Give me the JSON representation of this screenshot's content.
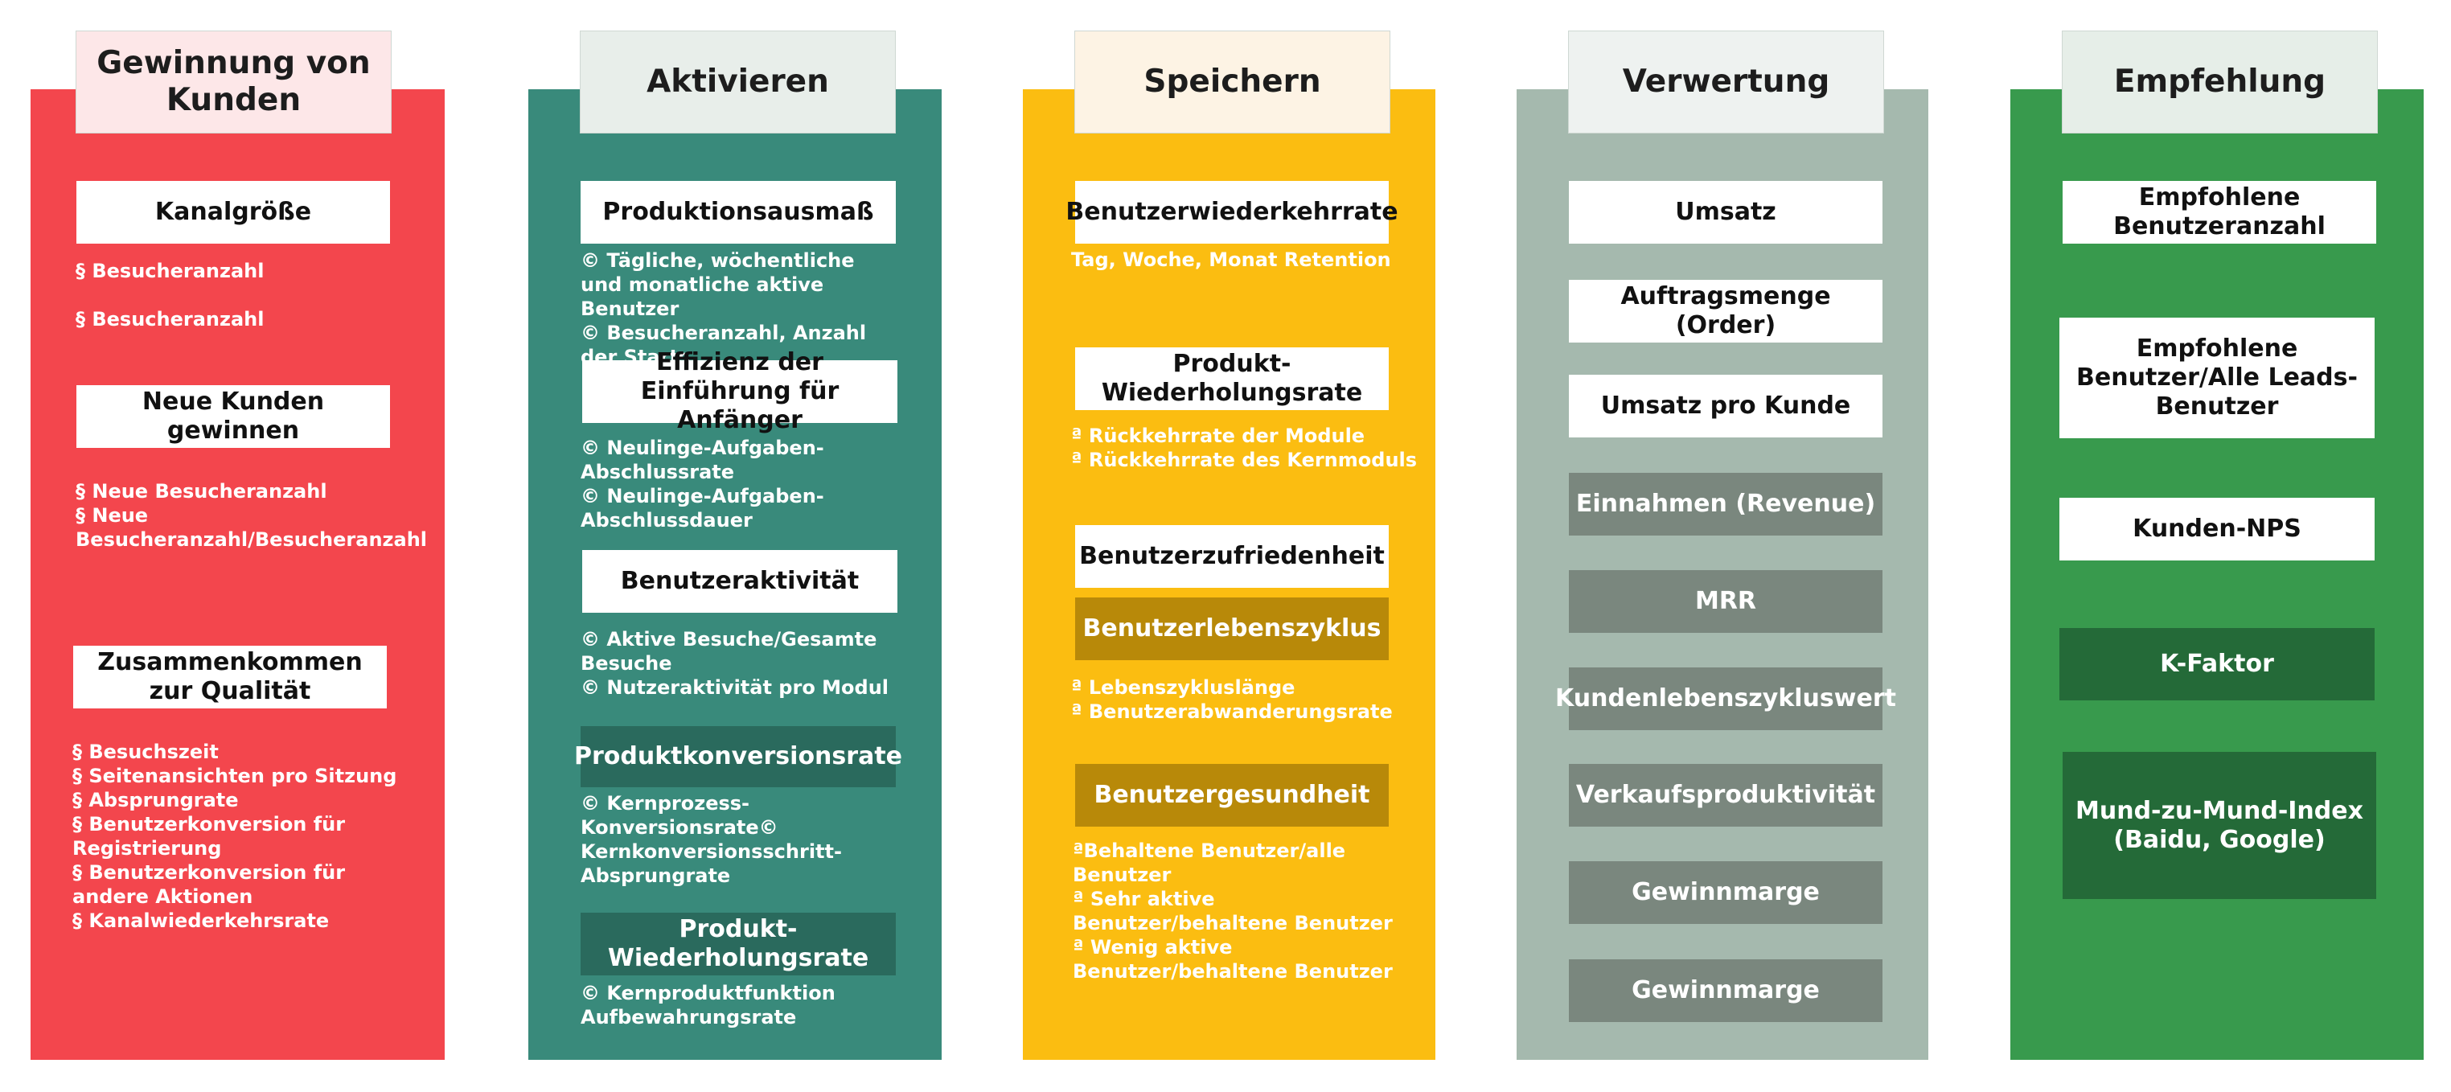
{
  "colors": {
    "acquisition": "#f3464d",
    "activation": "#398a7b",
    "retention": "#fbbd11",
    "revenue": "#a5b9ae",
    "referral": "#389a4d"
  },
  "columns": {
    "acquisition": {
      "title": "Gewinnung von Kunden",
      "items": [
        {
          "label": "Kanalgröße"
        },
        {
          "detail": "§ Besucheranzahl"
        },
        {
          "detail": "§ Besucheranzahl"
        },
        {
          "label": "Neue Kunden gewinnen"
        },
        {
          "detail": "§ Neue Besucheranzahl\n§ Neue Besucheranzahl/Besucheranzahl"
        },
        {
          "label": "Zusammenkommen zur Qualität"
        },
        {
          "detail": "§ Besuchszeit\n§ Seitenansichten pro Sitzung\n§ Absprungrate\n§ Benutzerkonversion für Registrierung\n§ Benutzerkonversion für andere Aktionen\n§ Kanalwiederkehrsrate"
        }
      ]
    },
    "activation": {
      "title": "Aktivieren",
      "items": [
        {
          "label": "Produktionsausmaß"
        },
        {
          "detail": "© Tägliche, wöchentliche und monatliche aktive Benutzer\n© Besucheranzahl, Anzahl der Starts"
        },
        {
          "label": "Effizienz der Einführung für Anfänger"
        },
        {
          "detail": "© Neulinge-Aufgaben-Abschlussrate\n© Neulinge-Aufgaben-Abschlussdauer"
        },
        {
          "label": "Benutzeraktivität"
        },
        {
          "detail": "© Aktive Besuche/Gesamte Besuche\n© Nutzeraktivität pro Modul"
        },
        {
          "label": "Produktkonversionsrate"
        },
        {
          "detail": "© Kernprozess-Konversionsrate© Kernkonversionsschritt-Absprungrate"
        },
        {
          "label": "Produkt-Wiederholungsrate"
        },
        {
          "detail": "© Kernproduktfunktion Aufbewahrungsrate"
        }
      ]
    },
    "retention": {
      "title": "Speichern",
      "items": [
        {
          "label": "Benutzerwiederkehrrate"
        },
        {
          "detail": "Tag, Woche, Monat Retention"
        },
        {
          "label": "Produkt-Wiederholungsrate"
        },
        {
          "detail": "ª Rückkehrrate der Module\nª Rückkehrrate des Kernmoduls"
        },
        {
          "label": "Benutzerzufriedenheit"
        },
        {
          "label": "Benutzerlebenszyklus"
        },
        {
          "detail": "ª Lebenszykluslänge\nª Benutzerabwanderungsrate"
        },
        {
          "label": "Benutzergesundheit"
        },
        {
          "detail": "ªBehaltene Benutzer/alle Benutzer\nª Sehr aktive Benutzer/behaltene Benutzer\nª Wenig aktive Benutzer/behaltene Benutzer"
        }
      ]
    },
    "revenue": {
      "title": "Verwertung",
      "items": [
        {
          "label": "Umsatz"
        },
        {
          "label": "Auftragsmenge (Order)"
        },
        {
          "label": "Umsatz pro Kunde"
        },
        {
          "label": "Einnahmen (Revenue)"
        },
        {
          "label": "MRR"
        },
        {
          "label": "Kundenlebenszykluswert"
        },
        {
          "label": "Verkaufsproduktivität"
        },
        {
          "label": "Gewinnmarge"
        },
        {
          "label": "Gewinnmarge"
        }
      ]
    },
    "referral": {
      "title": "Empfehlung",
      "items": [
        {
          "label": "Empfohlene Benutzeranzahl"
        },
        {
          "label": "Empfohlene Benutzer/Alle Leads-Benutzer"
        },
        {
          "label": "Kunden-NPS"
        },
        {
          "label": "K-Faktor"
        },
        {
          "label": "Mund-zu-Mund-Index (Baidu, Google)"
        }
      ]
    }
  }
}
